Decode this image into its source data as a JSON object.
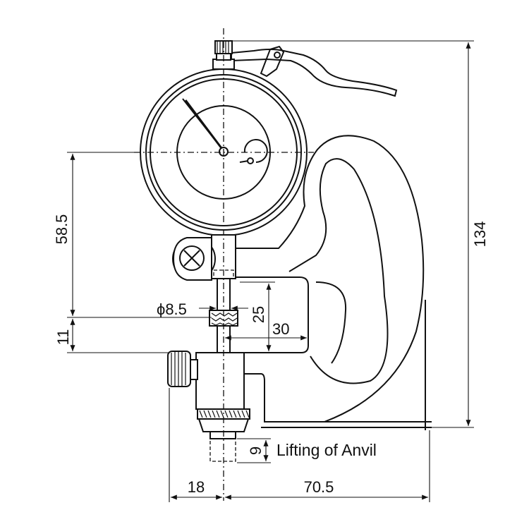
{
  "dimensions": {
    "overall_height": "134",
    "dial_center_height": "58.5",
    "spindle_diameter": "ϕ8.5",
    "throat_height": "25",
    "throat_depth": "30",
    "anvil_offset": "11",
    "anvil_lift": "9",
    "left_width": "18",
    "right_width": "70.5"
  },
  "labels": {
    "lifting_of_anvil": "Lifting of Anvil"
  }
}
